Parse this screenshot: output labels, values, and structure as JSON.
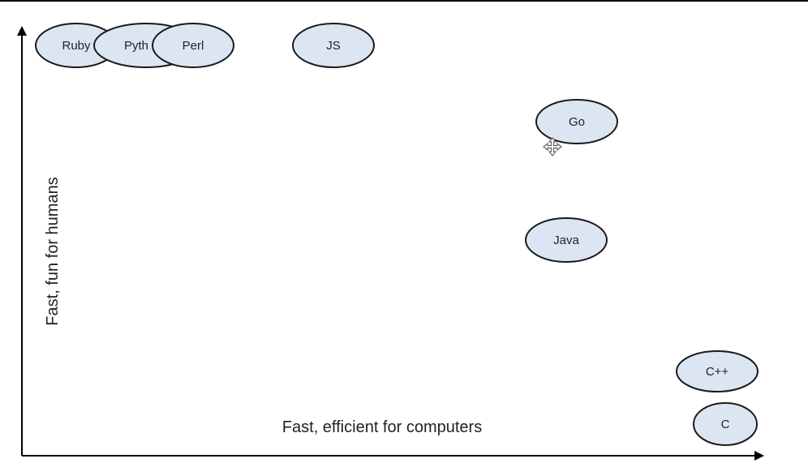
{
  "axes": {
    "y_label": "Fast, fun for humans",
    "x_label": "Fast, efficient for computers"
  },
  "nodes": [
    {
      "id": "ruby",
      "label": "Ruby"
    },
    {
      "id": "python",
      "label": "Pyth"
    },
    {
      "id": "perl",
      "label": "Perl"
    },
    {
      "id": "js",
      "label": "JS"
    },
    {
      "id": "go",
      "label": "Go"
    },
    {
      "id": "java",
      "label": "Java"
    },
    {
      "id": "cpp",
      "label": "C++"
    },
    {
      "id": "c",
      "label": "C"
    }
  ],
  "colors": {
    "node_fill": "#dce6f2",
    "node_stroke": "#1a1a1a",
    "axis": "#000000",
    "text": "#222222"
  },
  "cursor_icon": "move-cursor-icon"
}
